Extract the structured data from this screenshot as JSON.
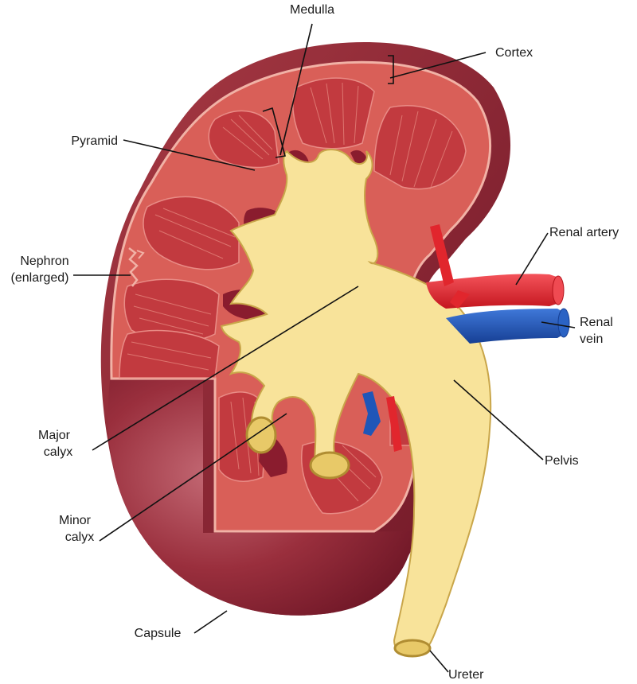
{
  "colors": {
    "capsule": "#8f2a35",
    "capsule_dark": "#6e1626",
    "cortex": "#d95f58",
    "pyramid": "#c23a3f",
    "calyx": "#f8e39a",
    "calyx_edge": "#c9a64a",
    "artery": "#e1262d",
    "vein": "#1f56b8"
  },
  "labels": {
    "medulla": "Medulla",
    "cortex": "Cortex",
    "pyramid": "Pyramid",
    "nephron_line1": "Nephron",
    "nephron_line2": "(enlarged)",
    "renal_artery": "Renal artery",
    "renal_vein_line1": "Renal",
    "renal_vein_line2": "vein",
    "major_calyx_line1": "Major",
    "major_calyx_line2": "calyx",
    "minor_calyx_line1": "Minor",
    "minor_calyx_line2": "calyx",
    "pelvis": "Pelvis",
    "capsule": "Capsule",
    "ureter": "Ureter"
  }
}
